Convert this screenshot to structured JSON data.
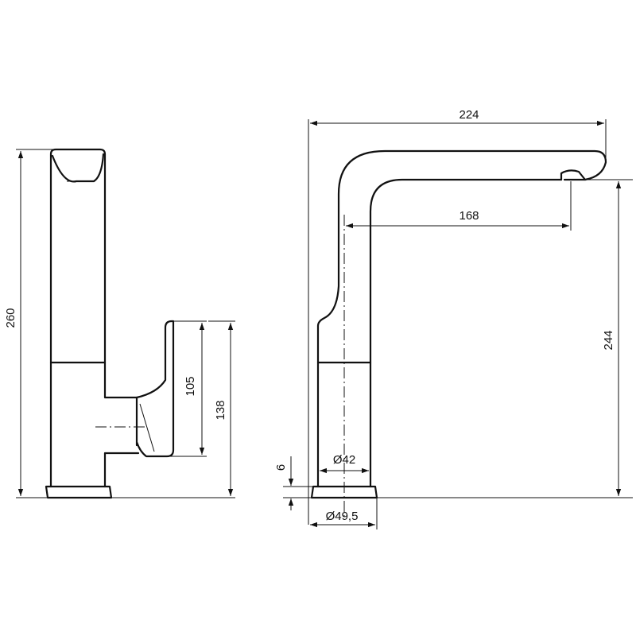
{
  "dimensions": {
    "side_total_height": "260",
    "side_lever_height": "105",
    "side_lever_top_height": "138",
    "front_reach_total": "224",
    "front_spout_reach": "168",
    "front_spout_height": "244",
    "base_height": "6",
    "body_diameter": "Ø42",
    "base_diameter": "Ø49,5"
  },
  "colors": {
    "line": "#111111",
    "background": "#ffffff"
  }
}
